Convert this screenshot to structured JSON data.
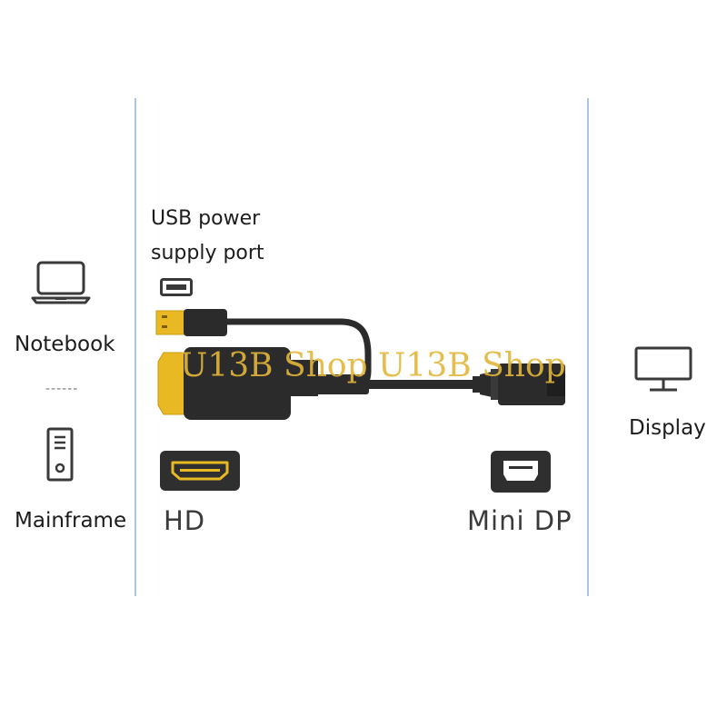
{
  "left": {
    "notebook_label": "Notebook",
    "mainframe_label": "Mainframe",
    "separator": "------"
  },
  "right": {
    "display_label": "Display"
  },
  "center": {
    "usb_label_line1": "USB power",
    "usb_label_line2": "supply port",
    "hd_label": "HD",
    "minidp_label": "Mini DP",
    "watermark": "U13B Shop U13B Shop"
  },
  "colors": {
    "divider": "#a9c7e3",
    "cable": "#2b2b2b",
    "gold": "#e8b923",
    "watermark": "#e3b63a"
  },
  "icons": [
    "laptop-icon",
    "desktop-tower-icon",
    "monitor-icon",
    "usb-a-port-icon",
    "hdmi-port-icon",
    "mini-displayport-icon"
  ]
}
